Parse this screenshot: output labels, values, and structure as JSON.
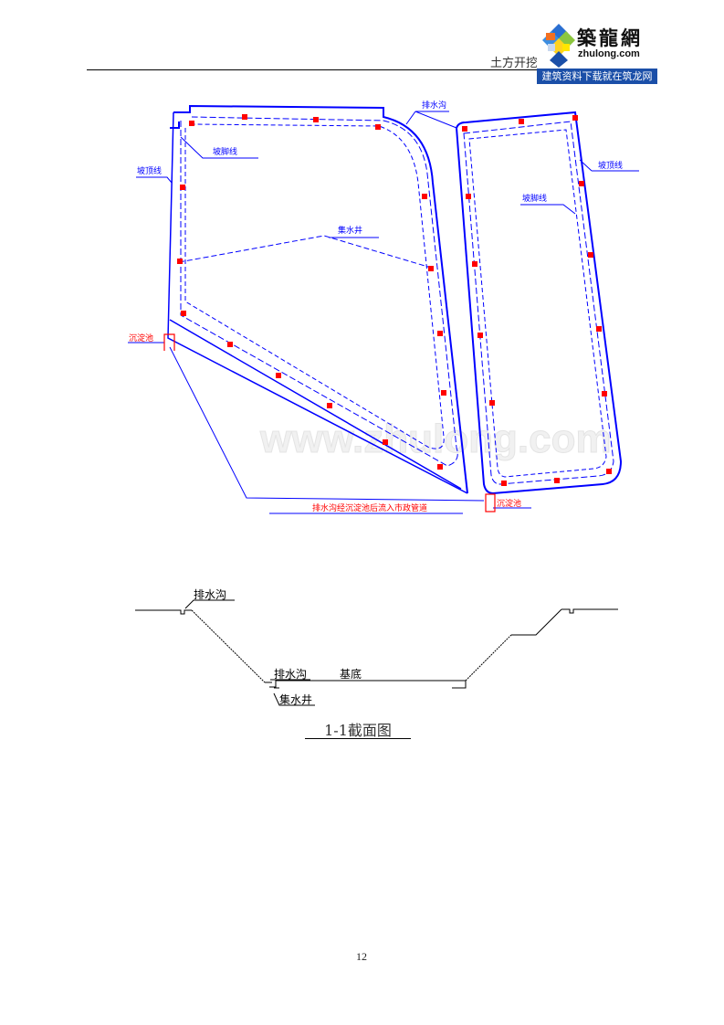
{
  "header": {
    "title": "土方开挖",
    "logo": {
      "name_cn": "築龍網",
      "domain": "zhulong.com",
      "slogan": "建筑资料下载就在筑龙网",
      "banner_color": "#1b4fa8"
    }
  },
  "plan": {
    "line_color": "#0000ff",
    "marker_color": "#ff0000",
    "labels": {
      "slope_top_left": "坡顶线",
      "slope_toe_left": "坡脚线",
      "drain_ditch": "排水沟",
      "sump_pit": "集水井",
      "slope_top_right": "坡顶线",
      "slope_toe_right": "坡脚线",
      "sediment_tank_left": "沉淀池",
      "sediment_tank_right": "沉淀池",
      "outflow_note": "排水沟经沉淀池后流入市政管道"
    },
    "watermark": "www.zhulong.com"
  },
  "section": {
    "labels": {
      "top_drain": "排水沟",
      "bottom_drain": "排水沟",
      "base": "基底",
      "sump": "集水井"
    },
    "caption": "1-1截面图"
  },
  "footer": {
    "page_number": "12"
  }
}
